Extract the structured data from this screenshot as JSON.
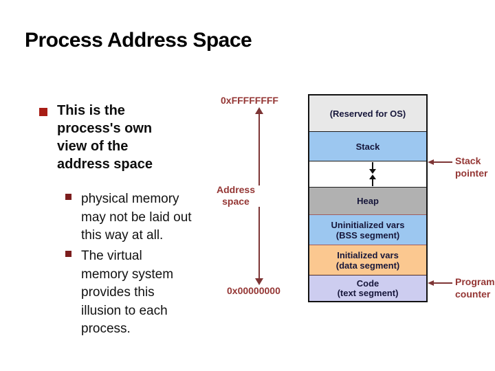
{
  "title": "Process Address Space",
  "bullets": {
    "main_lines": [
      "This is the",
      "process's own",
      "view of the",
      "address space"
    ],
    "sub1_lines": [
      "physical memory",
      "may not be laid out",
      "this way at all."
    ],
    "sub2_lines": [
      "The virtual",
      "memory system",
      "provides this",
      "illusion to each",
      "process."
    ]
  },
  "axis": {
    "top_address": "0xFFFFFFFF",
    "label_line1": "Address",
    "label_line2": "space",
    "bottom_address": "0x00000000"
  },
  "memory_map": {
    "segments": [
      {
        "name": "reserved-os",
        "line1": "(Reserved for OS)",
        "line2": "",
        "fill": "#e8e8e8"
      },
      {
        "name": "stack",
        "line1": "Stack",
        "line2": "",
        "fill": "#9cc7f0"
      },
      {
        "name": "growth-gap",
        "line1": "",
        "line2": "",
        "fill": "#ffffff"
      },
      {
        "name": "heap",
        "line1": "Heap",
        "line2": "",
        "fill": "#b1b1b1"
      },
      {
        "name": "bss",
        "line1": "Uninitialized vars",
        "line2": "(BSS segment)",
        "fill": "#9cc7f0"
      },
      {
        "name": "data",
        "line1": "Initialized vars",
        "line2": "(data segment)",
        "fill": "#fbc890"
      },
      {
        "name": "code",
        "line1": "Code",
        "line2": "(text segment)",
        "fill": "#cdcdf0"
      }
    ]
  },
  "annotations": {
    "stack_pointer_line1": "Stack",
    "stack_pointer_line2": "pointer",
    "program_counter_line1": "Program",
    "program_counter_line2": "counter"
  },
  "colors": {
    "maroon_text": "#943634",
    "arrow": "#7d3535",
    "main_bullet": "#a81d15",
    "sub_bullet": "#7c1d1d",
    "box_text": "#16163a",
    "stack_blue": "#9cc7f0",
    "heap_gray": "#b1b1b1",
    "data_peach": "#fbc890",
    "code_lavender": "#cdcdf0"
  }
}
